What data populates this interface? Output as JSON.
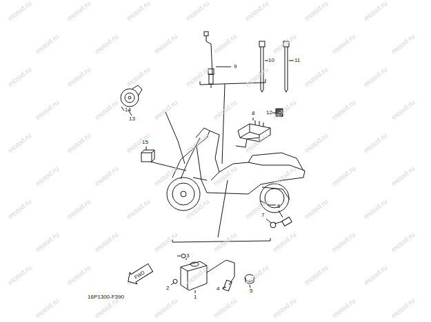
{
  "diagram": {
    "nodes": [
      {
        "text": [
          "FWD"
        ]
      }
    ],
    "labels": [
      "1",
      "2",
      "3",
      "4",
      "5",
      "6",
      "7",
      "8",
      "9",
      "10",
      "11",
      "12",
      "13",
      "14",
      "15",
      "16P1300-F390",
      "motod.ru",
      "motod.ru",
      "motod.ru",
      "motod.ru",
      "motod.ru",
      "motod.ru",
      "motod.ru",
      "motod.ru",
      "motod.ru",
      "motod.ru",
      "motod.ru",
      "motod.ru",
      "motod.ru",
      "motod.ru",
      "motod.ru",
      "motod.ru",
      "motod.ru",
      "motod.ru",
      "motod.ru",
      "motod.ru",
      "motod.ru",
      "motod.ru",
      "motod.ru",
      "motod.ru",
      "motod.ru",
      "motod.ru",
      "motod.ru",
      "motod.ru",
      "motod.ru",
      "motod.ru",
      "motod.ru",
      "motod.ru",
      "motod.ru",
      "motod.ru",
      "motod.ru",
      "motod.ru",
      "motod.ru",
      "motod.ru",
      "motod.ru",
      "motod.ru",
      "motod.ru",
      "motod.ru",
      "motod.ru",
      "motod.ru",
      "motod.ru",
      "motod.ru",
      "motod.ru",
      "motod.ru",
      "motod.ru",
      "motod.ru",
      "motod.ru",
      "motod.ru",
      "motod.ru",
      "motod.ru",
      "motod.ru",
      "motod.ru",
      "motod.ru",
      "motod.ru",
      "motod.ru",
      "motod.ru",
      "motod.ru",
      "motod.ru",
      "motod.ru",
      "motod.ru",
      "motod.ru",
      "motod.ru",
      "motod.ru",
      "motod.ru",
      "motod.ru",
      "motod.ru"
    ]
  }
}
